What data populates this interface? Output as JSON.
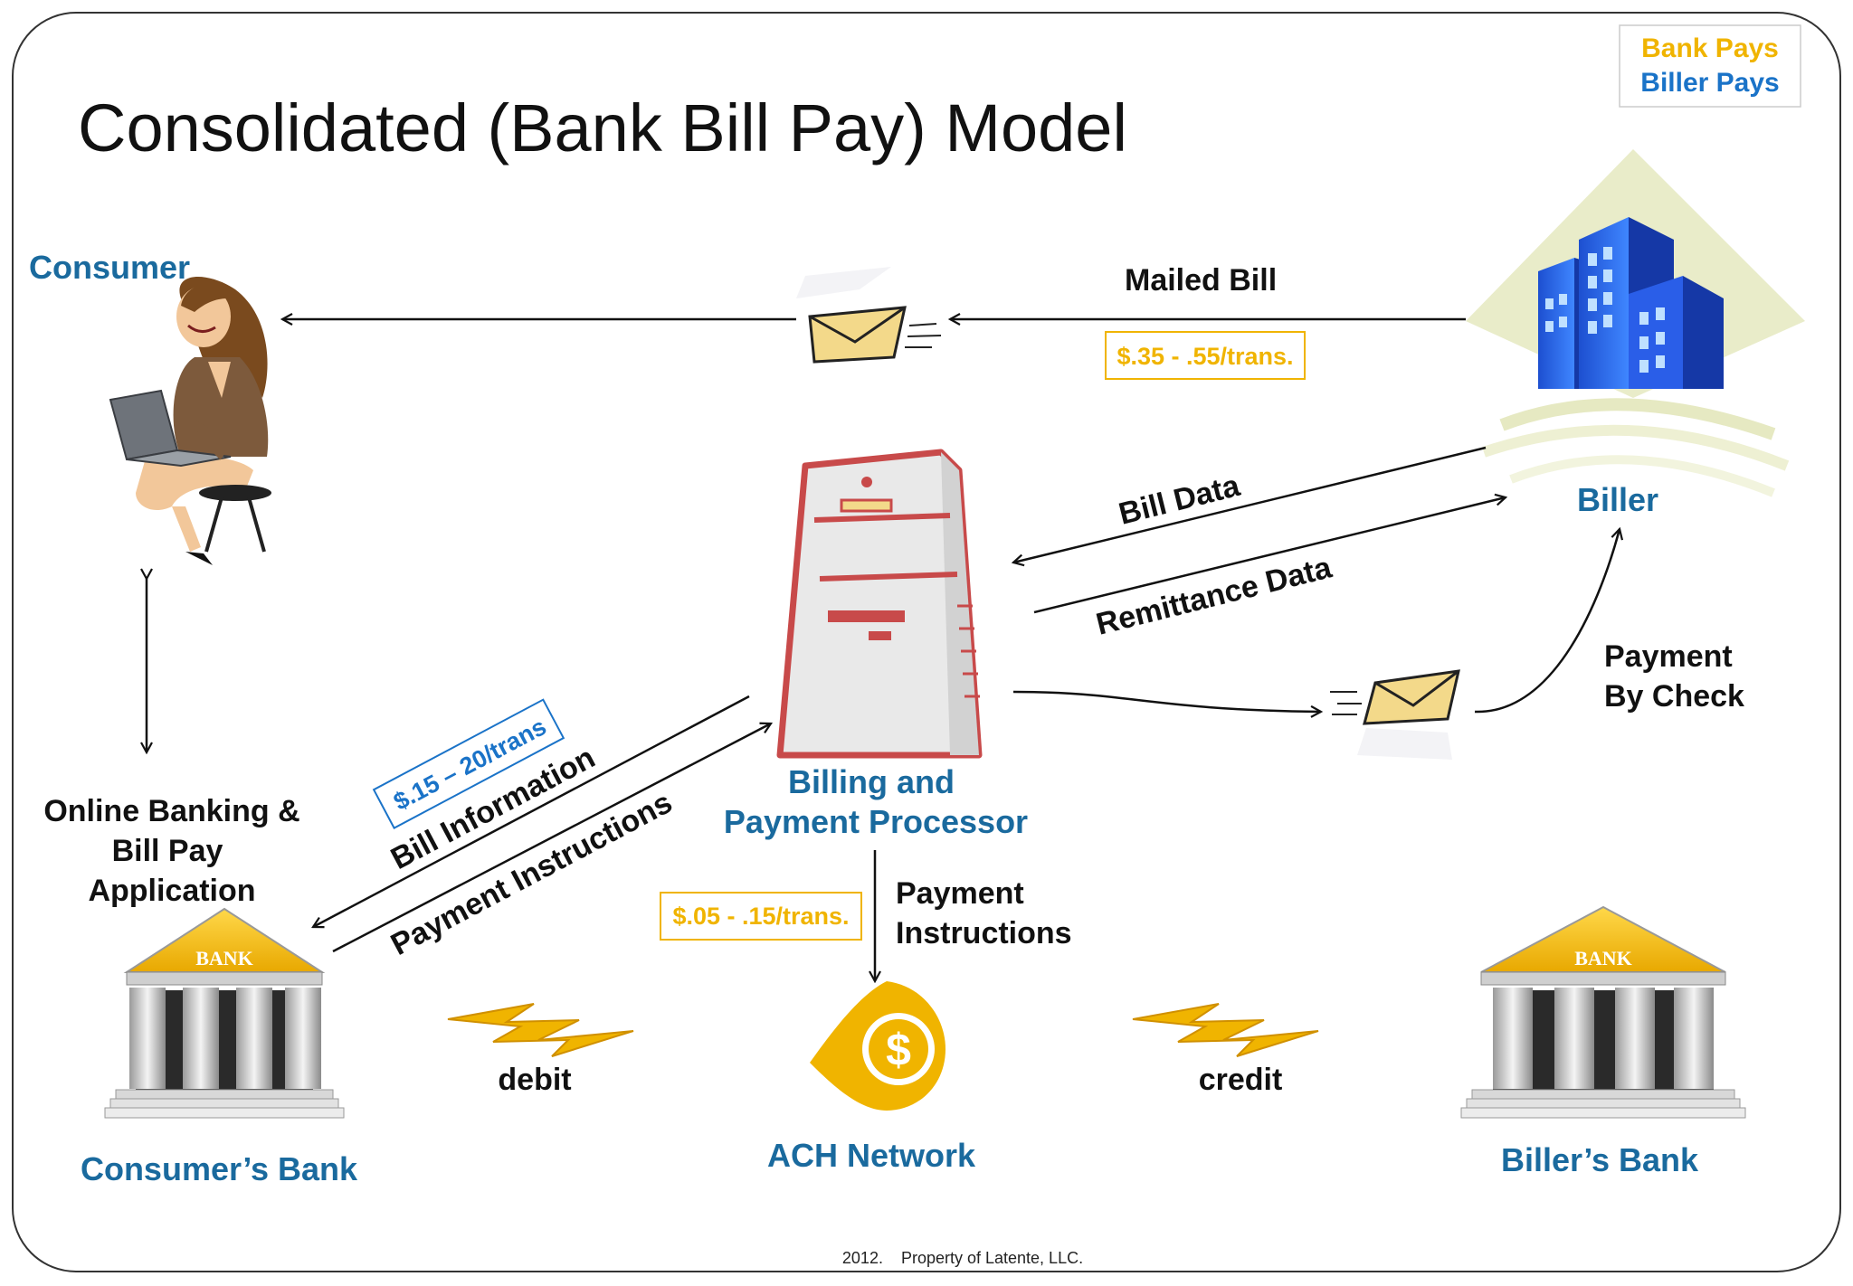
{
  "title": "Consolidated (Bank Bill Pay) Model",
  "legend": {
    "bank_pays": "Bank Pays",
    "biller_pays": "Biller Pays"
  },
  "nodes": {
    "consumer": "Consumer",
    "biller": "Biller",
    "processor_line1": "Billing and",
    "processor_line2": "Payment Processor",
    "online_line1": "Online Banking &",
    "online_line2": "Bill Pay",
    "online_line3": "Application",
    "consumers_bank": "Consumer’s Bank",
    "ach": "ACH Network",
    "billers_bank": "Biller’s Bank",
    "bank_sign": "BANK"
  },
  "flows": {
    "mailed_bill": "Mailed Bill",
    "bill_data": "Bill Data",
    "remittance_data": "Remittance Data",
    "payment_by_check_1": "Payment",
    "payment_by_check_2": "By Check",
    "bill_information": "Bill Information",
    "payment_instructions_diag": "Payment Instructions",
    "payment_instructions_1": "Payment",
    "payment_instructions_2": "Instructions",
    "debit": "debit",
    "credit": "credit"
  },
  "prices": {
    "mailed": "$.35 - .55/trans.",
    "bill_info": "$.15 – 20/trans",
    "ach": "$.05 - .15/trans."
  },
  "footer": "2012.    Property of Latente, LLC.",
  "colors": {
    "bank_pays": "#f0b400",
    "biller_pays": "#1a73c8",
    "label_blue": "#1a6a9e",
    "server_red": "#c84a4a"
  }
}
